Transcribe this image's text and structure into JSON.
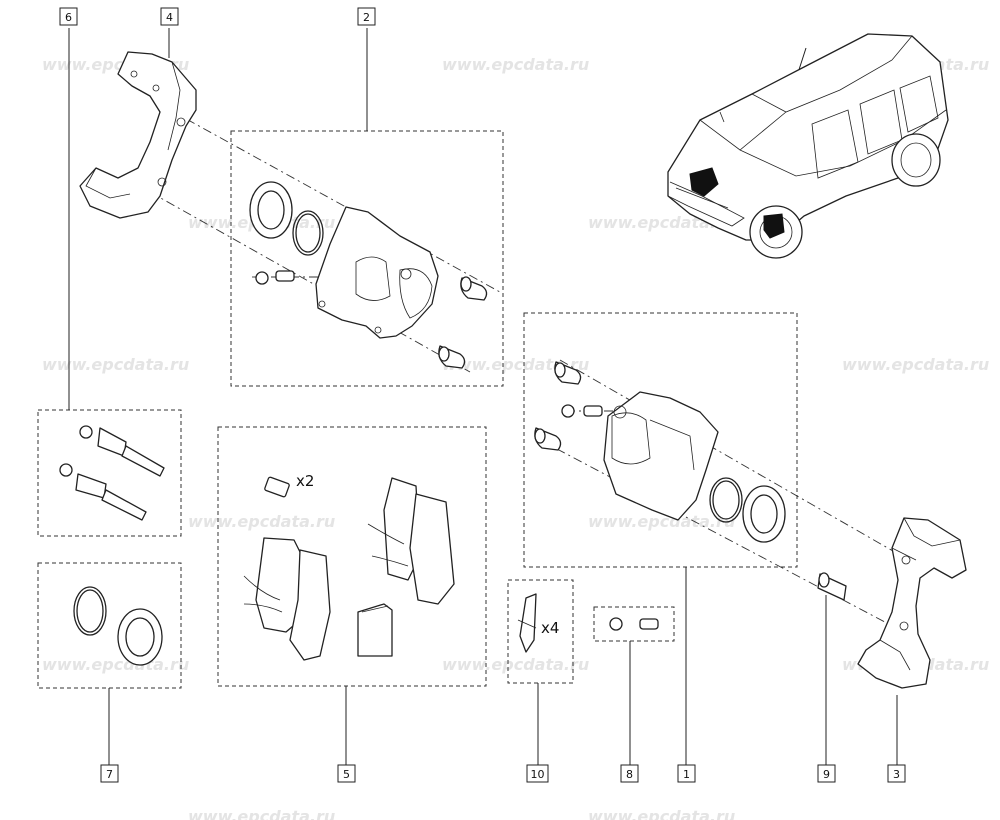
{
  "watermark": "www.epcdata.ru",
  "callouts": [
    "6",
    "4",
    "2",
    "1",
    "3",
    "9",
    "8",
    "10",
    "5",
    "7"
  ],
  "quantities": {
    "bolt_kit": "x2",
    "clip_kit": "x4"
  }
}
